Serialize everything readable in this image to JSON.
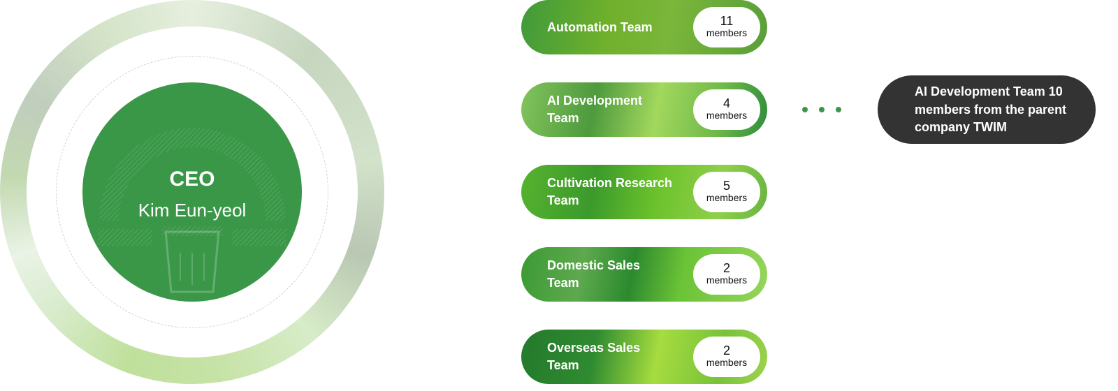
{
  "ceo": {
    "title": "CEO",
    "name": "Kim Eun-yeol"
  },
  "teams": [
    {
      "name": "Automation Team",
      "count": "11",
      "unit": "members"
    },
    {
      "name": "AI Development Team",
      "count": "4",
      "unit": "members"
    },
    {
      "name": "Cultivation Research Team",
      "count": "5",
      "unit": "members"
    },
    {
      "name": "Domestic Sales Team",
      "count": "2",
      "unit": "members"
    },
    {
      "name": "Overseas Sales Team",
      "count": "2",
      "unit": "members"
    }
  ],
  "callout": {
    "text": "AI Development Team 10 members from the parent company TWIM"
  },
  "colors": {
    "ceo_green": "#3a9748",
    "callout_dark": "#333333",
    "dot_green": "#3a9748"
  }
}
